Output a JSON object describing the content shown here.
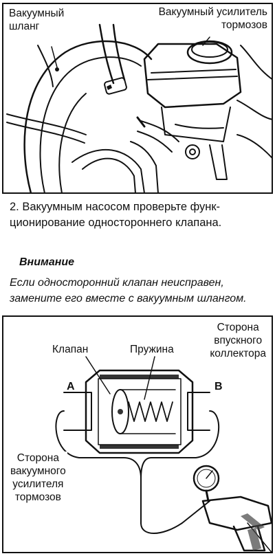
{
  "figure_top": {
    "label_hose": [
      "Вакуумный",
      "шланг"
    ],
    "label_booster": [
      "Вакуумный усилитель",
      "тормозов"
    ]
  },
  "step": {
    "lines": [
      "2. Вакуумным насосом проверьте функ-",
      "ционирование одностороннего клапана."
    ]
  },
  "warning": {
    "title": "Внимание",
    "lines": [
      "Если односторонний клапан неисправен,",
      "замените его вместе с вакуумным шлангом."
    ]
  },
  "figure_bottom": {
    "label_valve": "Клапан",
    "label_spring": "Пружина",
    "label_intake": [
      "Сторона",
      "впускного",
      "коллектора"
    ],
    "label_a": "A",
    "label_b": "B",
    "label_booster_side": [
      "Сторона",
      "вакуумного",
      "усилителя",
      "тормозов"
    ]
  }
}
